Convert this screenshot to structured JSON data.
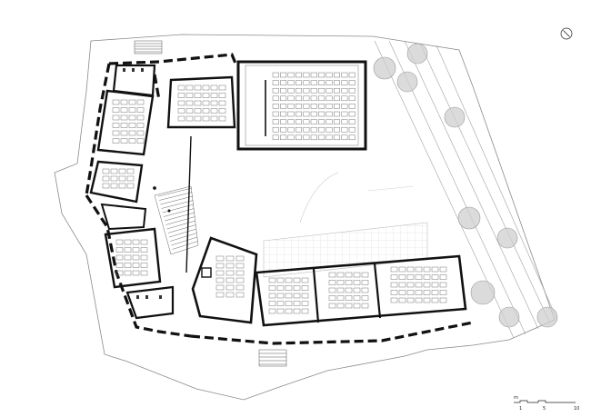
{
  "drawing": {
    "type": "architectural floor plan",
    "north_arrow_icon": "north-arrow-icon"
  },
  "scale_bar": {
    "unit_label": "m",
    "ticks": [
      "1",
      "5",
      "10"
    ]
  },
  "colors": {
    "background": "#ffffff",
    "wall": "#111111",
    "fine_line": "#8a8a8a",
    "tree_fill": "#cfcfcf",
    "tree_stroke": "#9a9a9a",
    "paving_grid": "#d6d6d6"
  }
}
